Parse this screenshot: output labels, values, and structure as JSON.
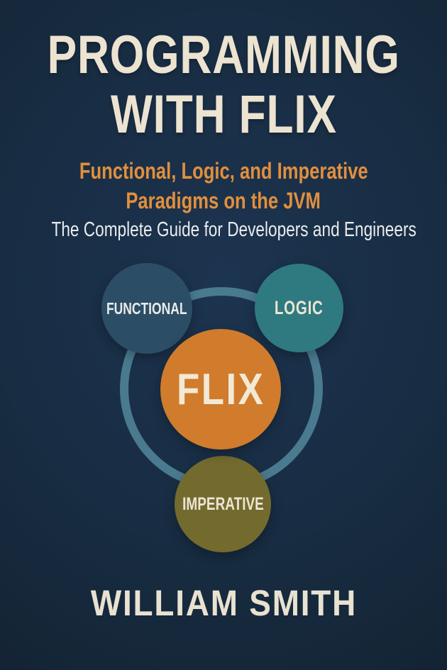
{
  "cover": {
    "title_line1": "PROGRAMMING",
    "title_line2": "WITH FLIX",
    "subtitle_line1": "Functional, Logic, and Imperative",
    "subtitle_line2": "Paradigms on the JVM",
    "tagline": "The Complete Guide for Developers and Engineers",
    "author": "WILLIAM SMITH"
  },
  "diagram": {
    "ring_color": "#4a7a8f",
    "center_node": {
      "label": "FLIX",
      "color": "#d07c2c"
    },
    "nodes": [
      {
        "label": "FUNCTIONAL",
        "color": "#2c4d66"
      },
      {
        "label": "LOGIC",
        "color": "#2f7a80"
      },
      {
        "label": "IMPERATIVE",
        "color": "#736a2e"
      }
    ]
  },
  "colors": {
    "background_navy": "#182d43",
    "title_cream": "#ece3d1",
    "subtitle_orange": "#e18f3d",
    "tagline_white": "#e9edec",
    "author_cream": "#e9e2d1",
    "flix_text_cream": "#f2e9d6"
  }
}
